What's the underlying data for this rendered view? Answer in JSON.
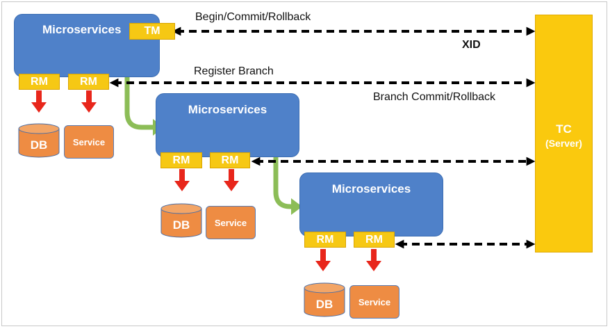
{
  "diagram": {
    "labels": {
      "begin_commit_rollback": "Begin/Commit/Rollback",
      "xid": "XID",
      "register_branch": "Register Branch",
      "branch_commit_rollback": "Branch Commit/Rollback"
    },
    "tc": {
      "title": "TC",
      "subtitle": "(Server)"
    },
    "groups": [
      {
        "title": "Microservices",
        "tm": "TM",
        "rm": [
          "RM",
          "RM"
        ],
        "db": "DB",
        "service": "Service"
      },
      {
        "title": "Microservices",
        "rm": [
          "RM",
          "RM"
        ],
        "db": "DB",
        "service": "Service"
      },
      {
        "title": "Microservices",
        "rm": [
          "RM",
          "RM"
        ],
        "db": "DB",
        "service": "Service"
      }
    ],
    "colors": {
      "microservice": "#4f81c9",
      "tag": "#f6c814",
      "storage": "#ee8c43",
      "tc": "#fac90e",
      "red_arrow": "#e8261b",
      "green_arrow": "#8cbd57"
    }
  }
}
